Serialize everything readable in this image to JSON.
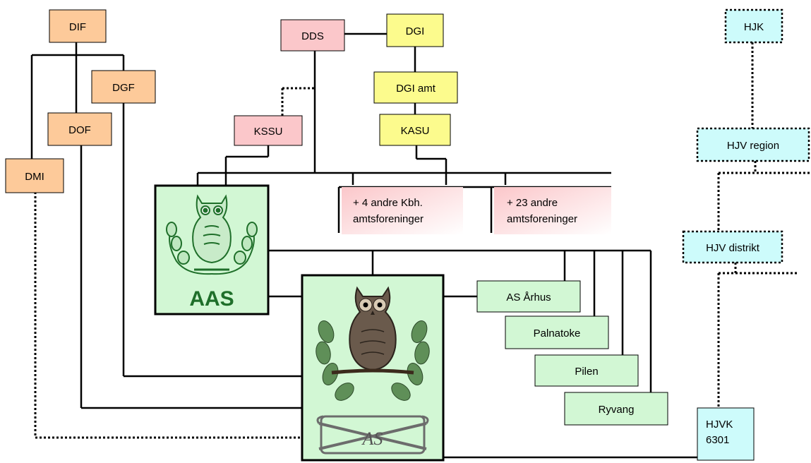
{
  "colors": {
    "orange": "#fdca9a",
    "pink": "#fbc7ca",
    "yellow": "#fcfb8d",
    "cyan": "#cdfbfb",
    "green": "#d2f7d4",
    "green_dark": "#1f6f2a"
  },
  "nodes": {
    "dif": "DIF",
    "dgf": "DGF",
    "dof": "DOF",
    "dmi": "DMI",
    "dds": "DDS",
    "dgi": "DGI",
    "dgi_amt": "DGI amt",
    "kssu": "KSSU",
    "kasu": "KASU",
    "andre_kbh_line1": "+ 4 andre Kbh.",
    "andre_kbh_line2": "amtsforeninger",
    "andre_23_line1": "+ 23 andre",
    "andre_23_line2": "amtsforeninger",
    "as_aarhus": "AS Århus",
    "palnatoke": "Palnatoke",
    "pilen": "Pilen",
    "ryvang": "Ryvang",
    "hjk": "HJK",
    "hjv_region": "HJV region",
    "hjv_distrikt": "HJV distrikt",
    "hjvk_line1": "HJVK",
    "hjvk_line2": "6301"
  },
  "logos": {
    "aas_text": "AAS",
    "as_text": "AS"
  },
  "icons": {
    "aas_logo": "owl-emblem-icon",
    "as_logo": "owl-crossed-rifles-icon"
  }
}
